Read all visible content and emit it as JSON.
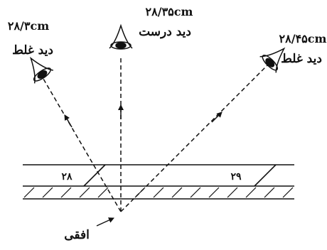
{
  "labels": {
    "left_value": "۲۸/۳cm",
    "left_caption": "دید غلط",
    "center_value": "۲۸/۳۵cm",
    "center_caption": "دید درست",
    "right_value": "۲۸/۴۵cm",
    "right_caption": "دید غلط",
    "scale_left": "۲۸",
    "scale_right": "۲۹",
    "horizontal": "افقی"
  },
  "colors": {
    "ink": "#111111",
    "background": "#ffffff"
  },
  "icons": [
    "eye-icon-left",
    "eye-icon-center",
    "eye-icon-right"
  ]
}
